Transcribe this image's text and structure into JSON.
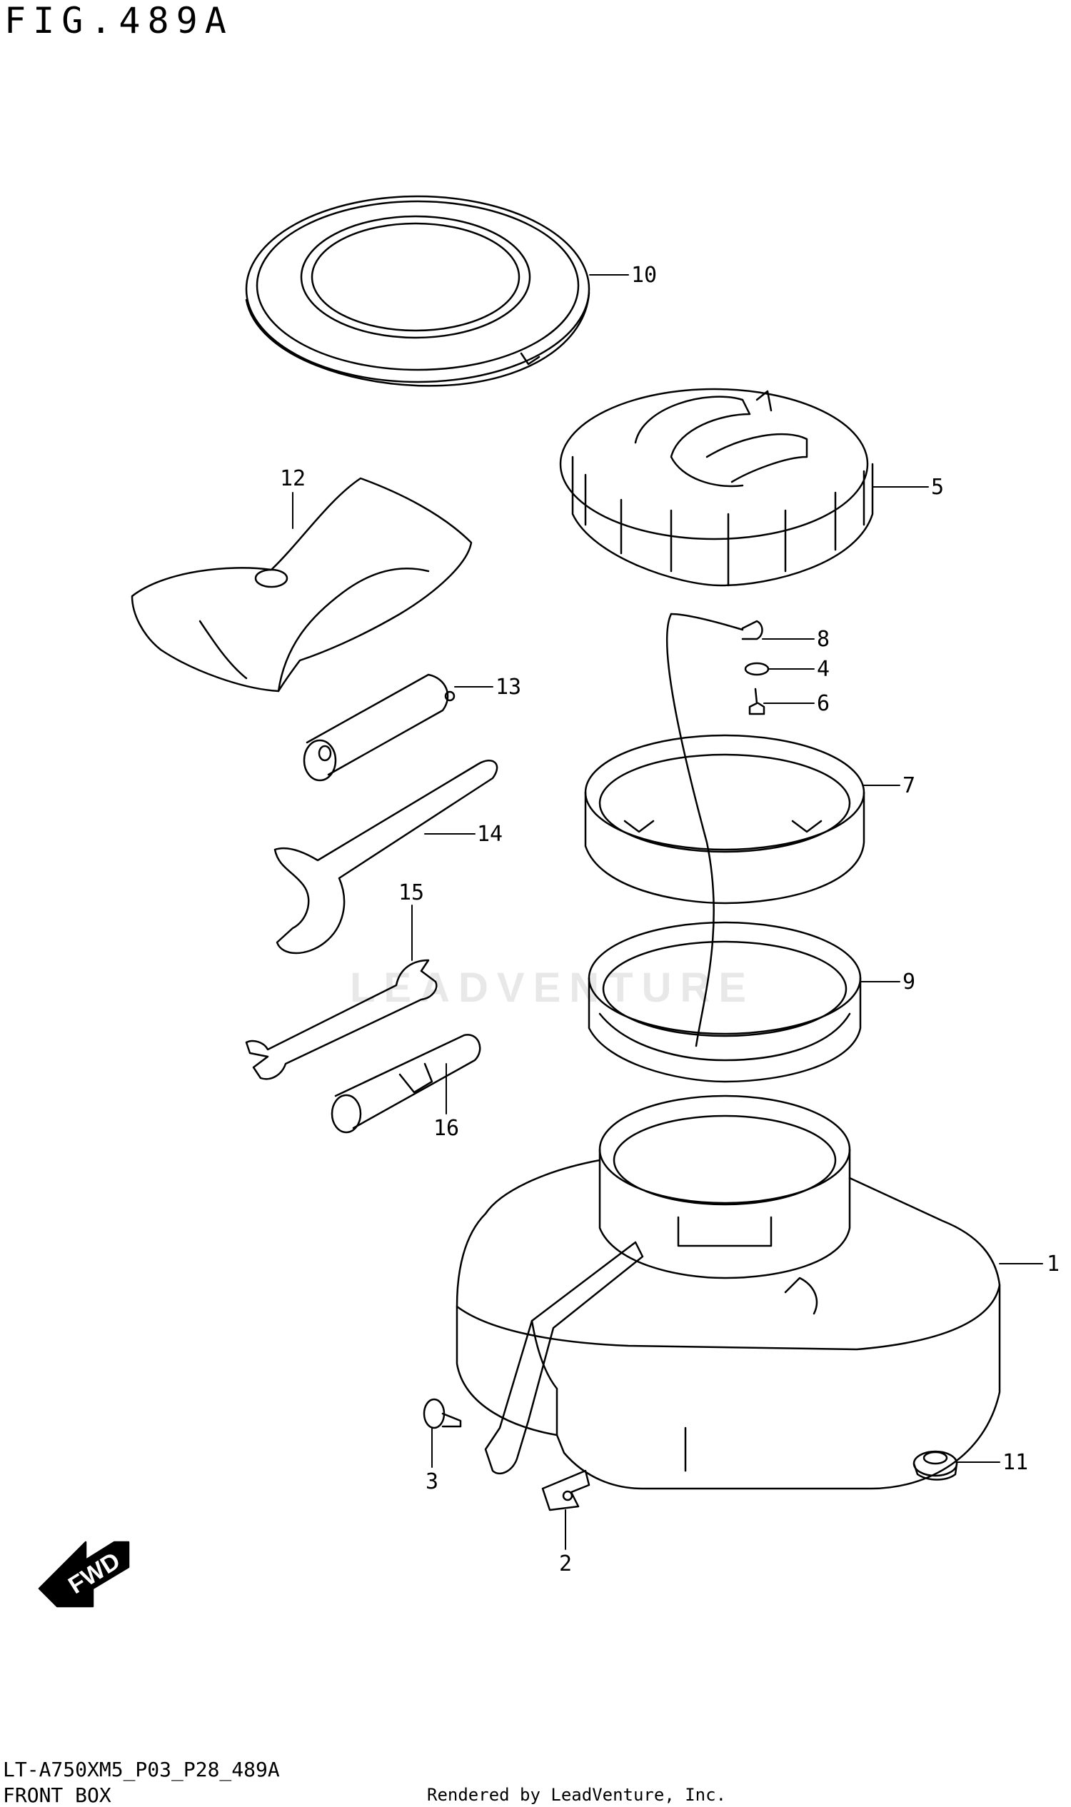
{
  "figure": {
    "title": "FIG.489A"
  },
  "callouts": [
    {
      "id": "c1",
      "label": "1"
    },
    {
      "id": "c2",
      "label": "2"
    },
    {
      "id": "c3",
      "label": "3"
    },
    {
      "id": "c4",
      "label": "4"
    },
    {
      "id": "c5",
      "label": "5"
    },
    {
      "id": "c6",
      "label": "6"
    },
    {
      "id": "c7",
      "label": "7"
    },
    {
      "id": "c8",
      "label": "8"
    },
    {
      "id": "c9",
      "label": "9"
    },
    {
      "id": "c10",
      "label": "10"
    },
    {
      "id": "c11",
      "label": "11"
    },
    {
      "id": "c12",
      "label": "12"
    },
    {
      "id": "c13",
      "label": "13"
    },
    {
      "id": "c14",
      "label": "14"
    },
    {
      "id": "c15",
      "label": "15"
    },
    {
      "id": "c16",
      "label": "16"
    }
  ],
  "direction_arrow": {
    "label": "FWD"
  },
  "watermark": {
    "text": "LEADVENTURE"
  },
  "footer": {
    "model_code": "LT-A750XM5_P03_P28_489A",
    "section_name": "FRONT BOX",
    "rendered_by": "Rendered by LeadVenture, Inc."
  }
}
